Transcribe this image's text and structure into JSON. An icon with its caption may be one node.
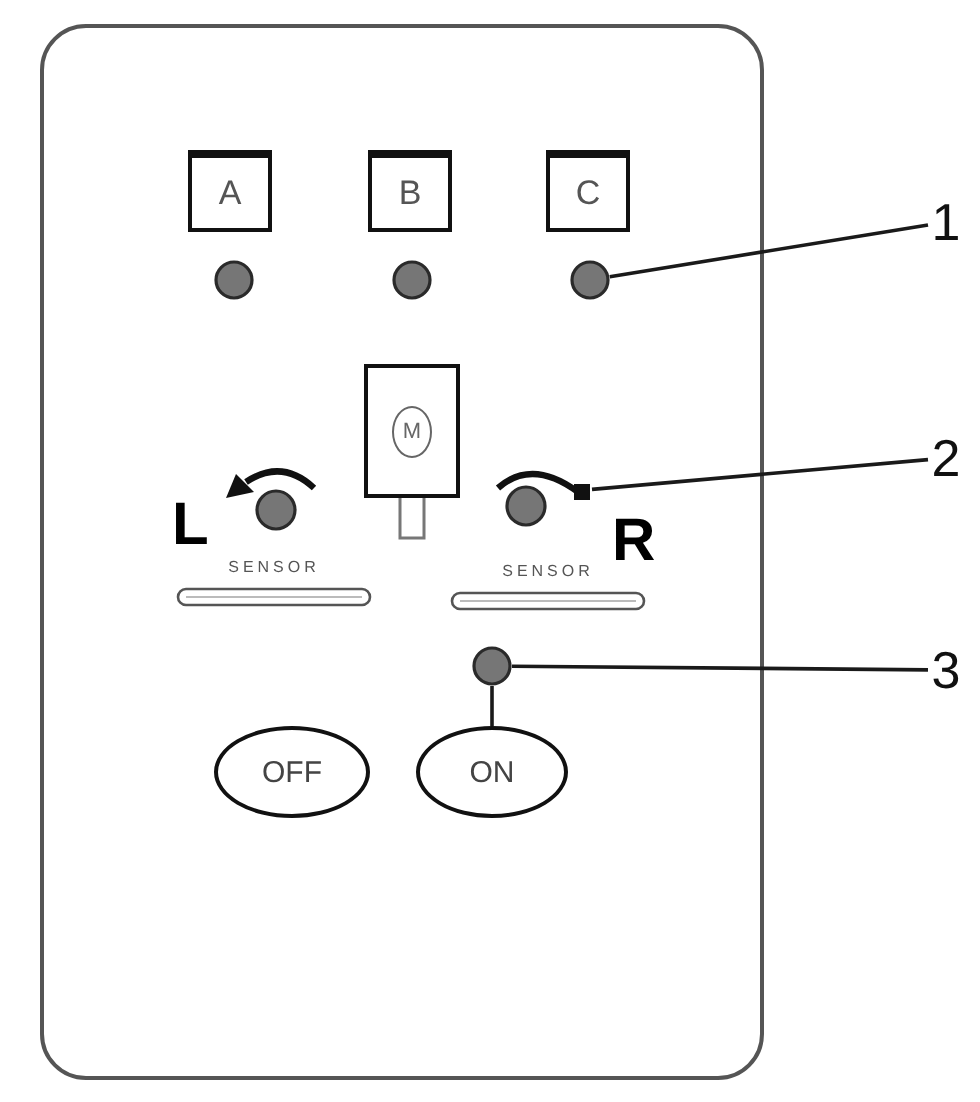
{
  "diagram": {
    "nodes": [
      {
        "text": [],
        "shape": "box"
      },
      {
        "text": [
          "A"
        ],
        "in": 0
      },
      {
        "text": [
          "B"
        ],
        "in": 0
      },
      {
        "text": [
          "C"
        ],
        "in": 0
      },
      {
        "text": [
          "1"
        ]
      },
      {
        "text": [],
        "shape": "circle",
        "in": 0
      },
      {
        "text": [],
        "shape": "circle",
        "in": 0
      },
      {
        "text": [],
        "shape": "circle",
        "in": 0
      },
      {
        "text": [],
        "shape": "box",
        "in": 0
      },
      {
        "text": [
          "M"
        ],
        "in": 8
      },
      {
        "text": [
          "2"
        ]
      },
      {
        "text": [],
        "shape": "circle",
        "in": 0
      },
      {
        "text": [],
        "shape": "circle",
        "in": 0
      },
      {
        "text": [
          "SENSOR"
        ],
        "in": 0
      },
      {
        "text": [
          "SENSOR"
        ],
        "in": 0
      },
      {
        "text": [
          "3"
        ]
      },
      {
        "text": [],
        "shape": "circle",
        "in": 0
      },
      {
        "text": [
          "OFF"
        ],
        "in": 0
      },
      {
        "text": [
          "ON"
        ],
        "in": 0
      }
    ],
    "edges": [
      {
        "from": 4,
        "to": 7,
        "arrow": "none"
      },
      {
        "from": 10,
        "to": 12,
        "arrow": "none"
      },
      {
        "from": 15,
        "to": 16,
        "arrow": "none"
      },
      {
        "from": 16,
        "to": 18,
        "arrow": "none"
      }
    ],
    "labels": [
      "L",
      "R"
    ]
  }
}
